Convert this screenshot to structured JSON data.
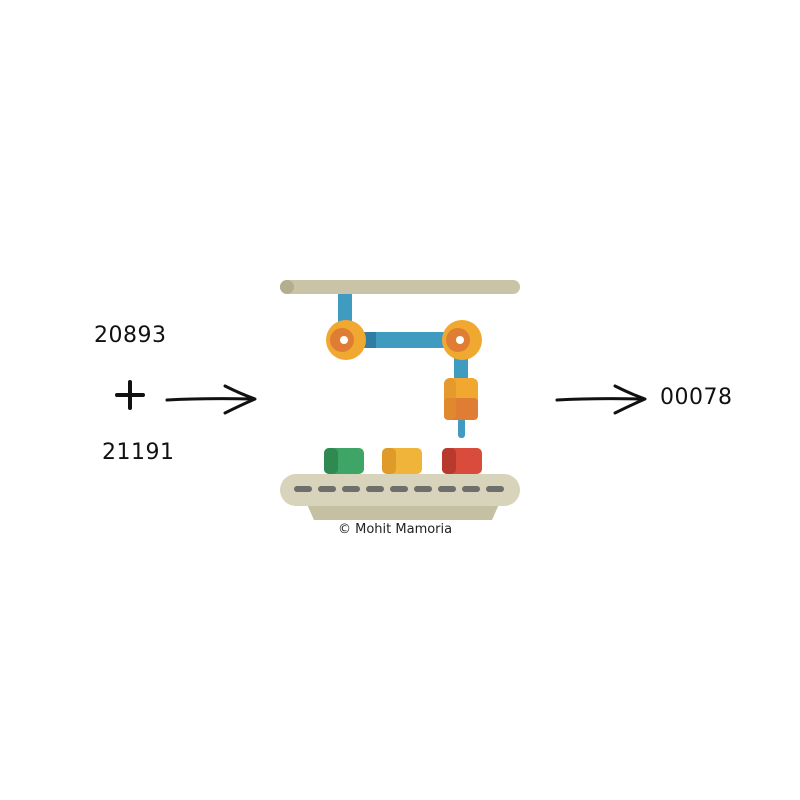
{
  "inputs": {
    "a": "20893",
    "b": "21191"
  },
  "operator": "+",
  "output": "00078",
  "credit": "© Mohit Mamoria",
  "colors": {
    "rail": "#c9c4a8",
    "arm": "#3f9bbf",
    "joint": "#f0a830",
    "joint_inner": "#e07d35",
    "belt": "#d8d3bb",
    "belt_dash": "#6e6e6a",
    "belt_base": "#c6c0a2",
    "box_green": "#3fa566",
    "box_orange": "#f0a830",
    "box_red": "#d94b3b"
  }
}
